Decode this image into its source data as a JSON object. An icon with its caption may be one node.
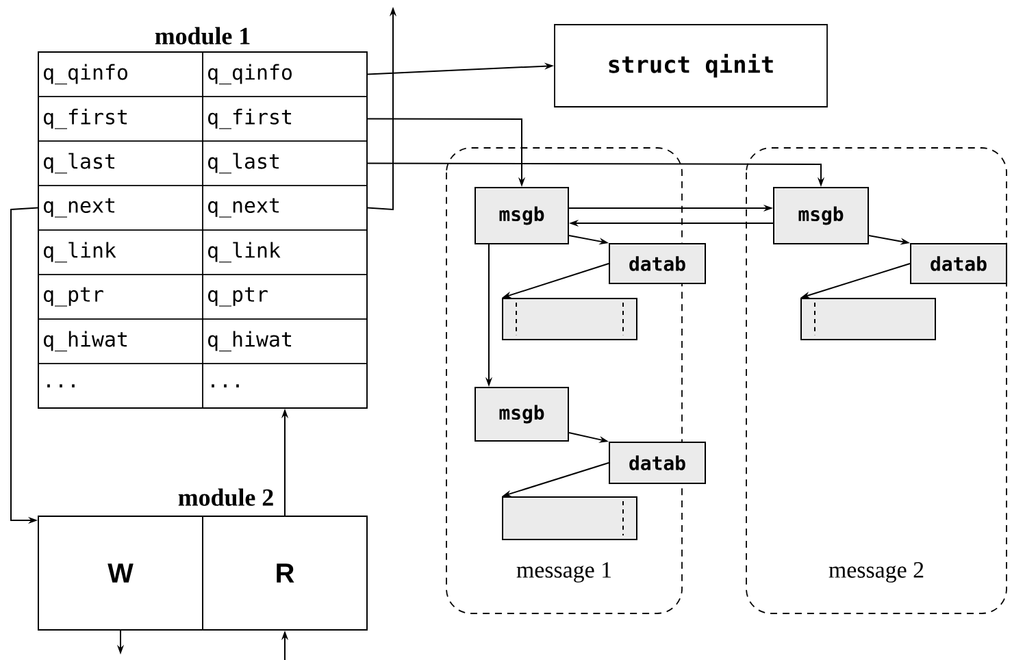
{
  "diagram": {
    "nodes": [
      {
        "text": [
          "module 1"
        ]
      },
      {
        "text": [
          "q_qinfo"
        ],
        "in": 0
      },
      {
        "text": [
          "q_qinfo"
        ],
        "in": 0
      },
      {
        "text": [
          "q_first"
        ],
        "in": 0
      },
      {
        "text": [
          "q_first"
        ],
        "in": 0
      },
      {
        "text": [
          "q_last"
        ],
        "in": 0
      },
      {
        "text": [
          "q_last"
        ],
        "in": 0
      },
      {
        "text": [
          "q_next"
        ],
        "in": 0
      },
      {
        "text": [
          "q_next"
        ],
        "in": 0
      },
      {
        "text": [
          "q_link"
        ],
        "in": 0
      },
      {
        "text": [
          "q_link"
        ],
        "in": 0
      },
      {
        "text": [
          "q_ptr"
        ],
        "in": 0
      },
      {
        "text": [
          "q_ptr"
        ],
        "in": 0
      },
      {
        "text": [
          "q_hiwat"
        ],
        "in": 0
      },
      {
        "text": [
          "q_hiwat"
        ],
        "in": 0
      },
      {
        "text": [
          "..."
        ],
        "in": 0
      },
      {
        "text": [
          "..."
        ],
        "in": 0
      },
      {
        "text": [
          "struct qinit"
        ]
      },
      {
        "text": [
          "message 1"
        ]
      },
      {
        "text": [
          "msgb"
        ],
        "in": 18
      },
      {
        "text": [
          "datab"
        ],
        "in": 18
      },
      {
        "text": [],
        "shape": "box",
        "in": 18
      },
      {
        "text": [
          "msgb"
        ],
        "in": 18
      },
      {
        "text": [
          "datab"
        ],
        "in": 18
      },
      {
        "text": [],
        "shape": "box",
        "in": 18
      },
      {
        "text": [
          "message 2"
        ]
      },
      {
        "text": [
          "msgb"
        ],
        "in": 25
      },
      {
        "text": [
          "datab"
        ],
        "in": 25
      },
      {
        "text": [],
        "shape": "box",
        "in": 25
      },
      {
        "text": [
          "module 2"
        ]
      },
      {
        "text": [
          "W"
        ],
        "in": 29
      },
      {
        "text": [
          "R"
        ],
        "in": 29
      }
    ],
    "edges": [
      {
        "from": 2,
        "to": 17,
        "arrow": "to"
      },
      {
        "from": 4,
        "to": 19,
        "arrow": "to"
      },
      {
        "from": 6,
        "to": 26,
        "arrow": "to"
      },
      {
        "from": 8,
        "to": null,
        "arrow": "to"
      },
      {
        "from": 7,
        "to": 30,
        "arrow": "to"
      },
      {
        "from": 31,
        "to": 16,
        "arrow": "to"
      },
      {
        "from": 19,
        "to": 26,
        "arrow": "to"
      },
      {
        "from": 26,
        "to": 19,
        "arrow": "to"
      },
      {
        "from": 19,
        "to": 20,
        "arrow": "to"
      },
      {
        "from": 20,
        "to": 21,
        "arrow": "to"
      },
      {
        "from": 19,
        "to": 22,
        "arrow": "to"
      },
      {
        "from": 22,
        "to": 23,
        "arrow": "to"
      },
      {
        "from": 23,
        "to": 24,
        "arrow": "to"
      },
      {
        "from": 26,
        "to": 27,
        "arrow": "to"
      },
      {
        "from": 27,
        "to": 28,
        "arrow": "to"
      },
      {
        "from": 30,
        "to": null,
        "arrow": "to"
      },
      {
        "from": null,
        "to": 31,
        "arrow": "to"
      }
    ]
  }
}
